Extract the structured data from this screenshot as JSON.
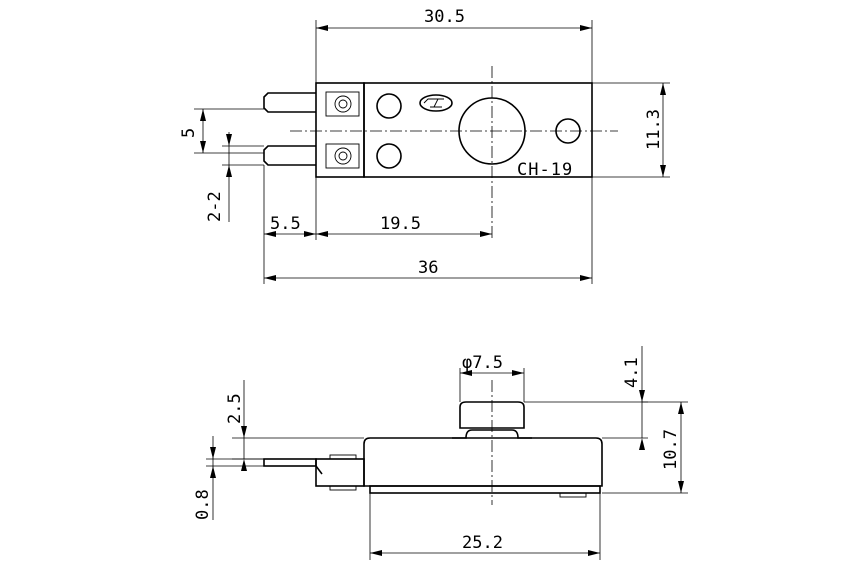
{
  "model_label": "CH-19",
  "dimensions": {
    "overall_width": "30.5",
    "body_height": "11.3",
    "terminal_spacing": "5",
    "terminal_width": "2-2",
    "terminal_length": "5.5",
    "center_offset": "19.5",
    "overall_length": "36",
    "knob_diameter": "φ7.5",
    "knob_height": "4.1",
    "total_height": "10.7",
    "terminal_offset": "2.5",
    "terminal_thickness": "0.8",
    "base_length": "25.2"
  }
}
